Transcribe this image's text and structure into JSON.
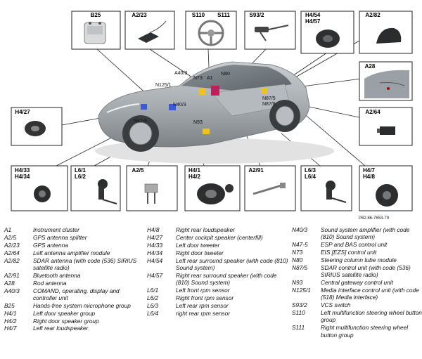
{
  "diagram": {
    "figure_id": "P82.86-7653-79",
    "boxes": [
      {
        "labels": [
          "B25"
        ],
        "icon": "microphone-icon"
      },
      {
        "labels": [
          "A2/23"
        ],
        "icon": "gps-antenna-icon"
      },
      {
        "labels": [
          "S110",
          "S111"
        ],
        "icon": "steering-wheel-icon"
      },
      {
        "labels": [
          "S93/2"
        ],
        "icon": "vcs-switch-icon"
      },
      {
        "labels": [
          "H4/54",
          "H4/57"
        ],
        "icon": "surround-speaker-icon"
      },
      {
        "labels": [
          "A2/82"
        ],
        "icon": "sdar-antenna-icon"
      },
      {
        "labels": [
          "A28"
        ],
        "icon": "rod-antenna-icon"
      },
      {
        "labels": [
          "A2/64"
        ],
        "icon": "amplifier-module-icon"
      },
      {
        "labels": [
          "H4/27"
        ],
        "icon": "center-speaker-icon"
      },
      {
        "labels": [
          "H4/33",
          "H4/34"
        ],
        "icon": "door-tweeter-icon"
      },
      {
        "labels": [
          "L6/1",
          "L6/2"
        ],
        "icon": "rpm-sensor-icon"
      },
      {
        "labels": [
          "A2/5"
        ],
        "icon": "gps-splitter-icon"
      },
      {
        "labels": [
          "H4/1",
          "H4/2"
        ],
        "icon": "door-speaker-icon"
      },
      {
        "labels": [
          "A2/91"
        ],
        "icon": "bluetooth-antenna-icon"
      },
      {
        "labels": [
          "L6/3",
          "L6/4"
        ],
        "icon": "rear-rpm-sensor-icon"
      },
      {
        "labels": [
          "H4/7",
          "H4/8"
        ],
        "icon": "rear-speaker-icon"
      }
    ],
    "car_labels": [
      "A40/3",
      "N73",
      "A1",
      "N80",
      "N125/1",
      "N40/3",
      "N47-5",
      "N93",
      "N87/5",
      "N87/8"
    ]
  },
  "legend": {
    "columns": [
      [
        {
          "code": "A1",
          "desc": "Instrument cluster"
        },
        {
          "code": "A2/5",
          "desc": "GPS antenna splitter"
        },
        {
          "code": "A2/23",
          "desc": "GPS antenna"
        },
        {
          "code": "A2/64",
          "desc": "Left antenna amplifier module"
        },
        {
          "code": "A2/82",
          "desc": "SDAR antenna (with code (536) SIRIUS satellite radio)"
        },
        {
          "code": "A2/91",
          "desc": "Bluetooth antenna"
        },
        {
          "code": "A28",
          "desc": "Rod antenna"
        },
        {
          "code": "A40/3",
          "desc": "COMAND, operating, display and controller unit"
        },
        {
          "code": "B25",
          "desc": "Hands-free system microphone group"
        },
        {
          "code": "H4/1",
          "desc": "Left door speaker group"
        },
        {
          "code": "H4/2",
          "desc": "Right door speaker group"
        },
        {
          "code": "H4/7",
          "desc": "Left rear loudspeaker"
        }
      ],
      [
        {
          "code": "H4/8",
          "desc": "Right rear loudspeaker"
        },
        {
          "code": "H4/27",
          "desc": "Center cockpit speaker (centerfill)"
        },
        {
          "code": "H4/33",
          "desc": "Left door tweeter"
        },
        {
          "code": "H4/34",
          "desc": "Right door tweeter"
        },
        {
          "code": "H4/54",
          "desc": "Left rear surround speaker (with code (810) Sound system)"
        },
        {
          "code": "H4/57",
          "desc": "Right rear surround speaker (with code (810) Sound system)"
        },
        {
          "code": "L6/1",
          "desc": "Left front rpm sensor"
        },
        {
          "code": "L6/2",
          "desc": "Right front rpm sensor"
        },
        {
          "code": "L6/3",
          "desc": "Left rear rpm sensor"
        },
        {
          "code": "L6/4",
          "desc": "right rear rpm sensor"
        }
      ],
      [
        {
          "code": "N40/3",
          "desc": "Sound system amplifier (with code (810) Sound system)"
        },
        {
          "code": "N47-5",
          "desc": "ESP and BAS control unit"
        },
        {
          "code": "N73",
          "desc": "EIS [EZS] control unit"
        },
        {
          "code": "N80",
          "desc": "Steering column tube module"
        },
        {
          "code": "N87/5",
          "desc": "SDAR control unit (with code (536) SIRIUS satellite radio)"
        },
        {
          "code": "N93",
          "desc": "Central gateway control unit"
        },
        {
          "code": "N125/1",
          "desc": "Media interface control unit (with code (518) Media interface)"
        },
        {
          "code": "S93/2",
          "desc": "VCS switch"
        },
        {
          "code": "S110",
          "desc": "Left multifunction steering wheel button group"
        },
        {
          "code": "S111",
          "desc": "Right multifunction steering wheel button group"
        }
      ]
    ]
  }
}
